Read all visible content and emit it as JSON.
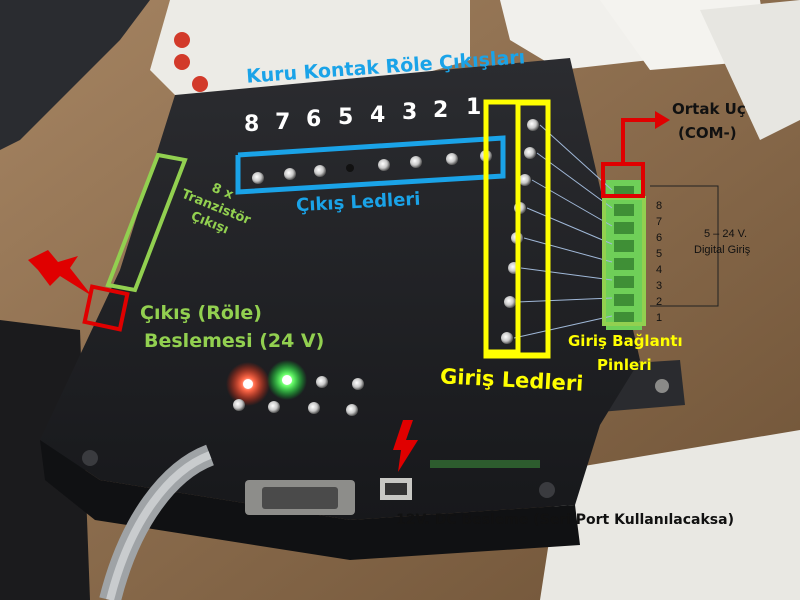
{
  "labels": {
    "relay_outputs": "Kuru Kontak Röle Çıkışları",
    "output_leds": "Çıkış Ledleri",
    "transistor_line1": "8 x",
    "transistor_line2": "Tranzistör",
    "transistor_line3": "Çıkışı",
    "relay_supply_line1": "Çıkış (Röle)",
    "relay_supply_line2": "Beslemesi (24 V)",
    "input_leds": "Giriş Ledleri",
    "input_pins_line1": "Giriş Bağlantı",
    "input_pins_line2": "Pinleri",
    "common_line1": "Ortak Uç",
    "common_line2": "(COM-)",
    "digital_line1": "5 – 24 V.",
    "digital_line2": "Digital Giriş",
    "dc_supply": "12V. DC Besleme (Seri Port Kullanılacaksa)"
  },
  "output_numbers": [
    "8",
    "7",
    "6",
    "5",
    "4",
    "3",
    "2",
    "1"
  ],
  "input_pin_numbers": [
    "8",
    "7",
    "6",
    "5",
    "4",
    "3",
    "2",
    "1"
  ],
  "colors": {
    "cyan": "#1aa3e8",
    "yellow": "#ffff00",
    "green": "#92d050",
    "red": "#e00000",
    "dark_box": "#1e1f22"
  }
}
